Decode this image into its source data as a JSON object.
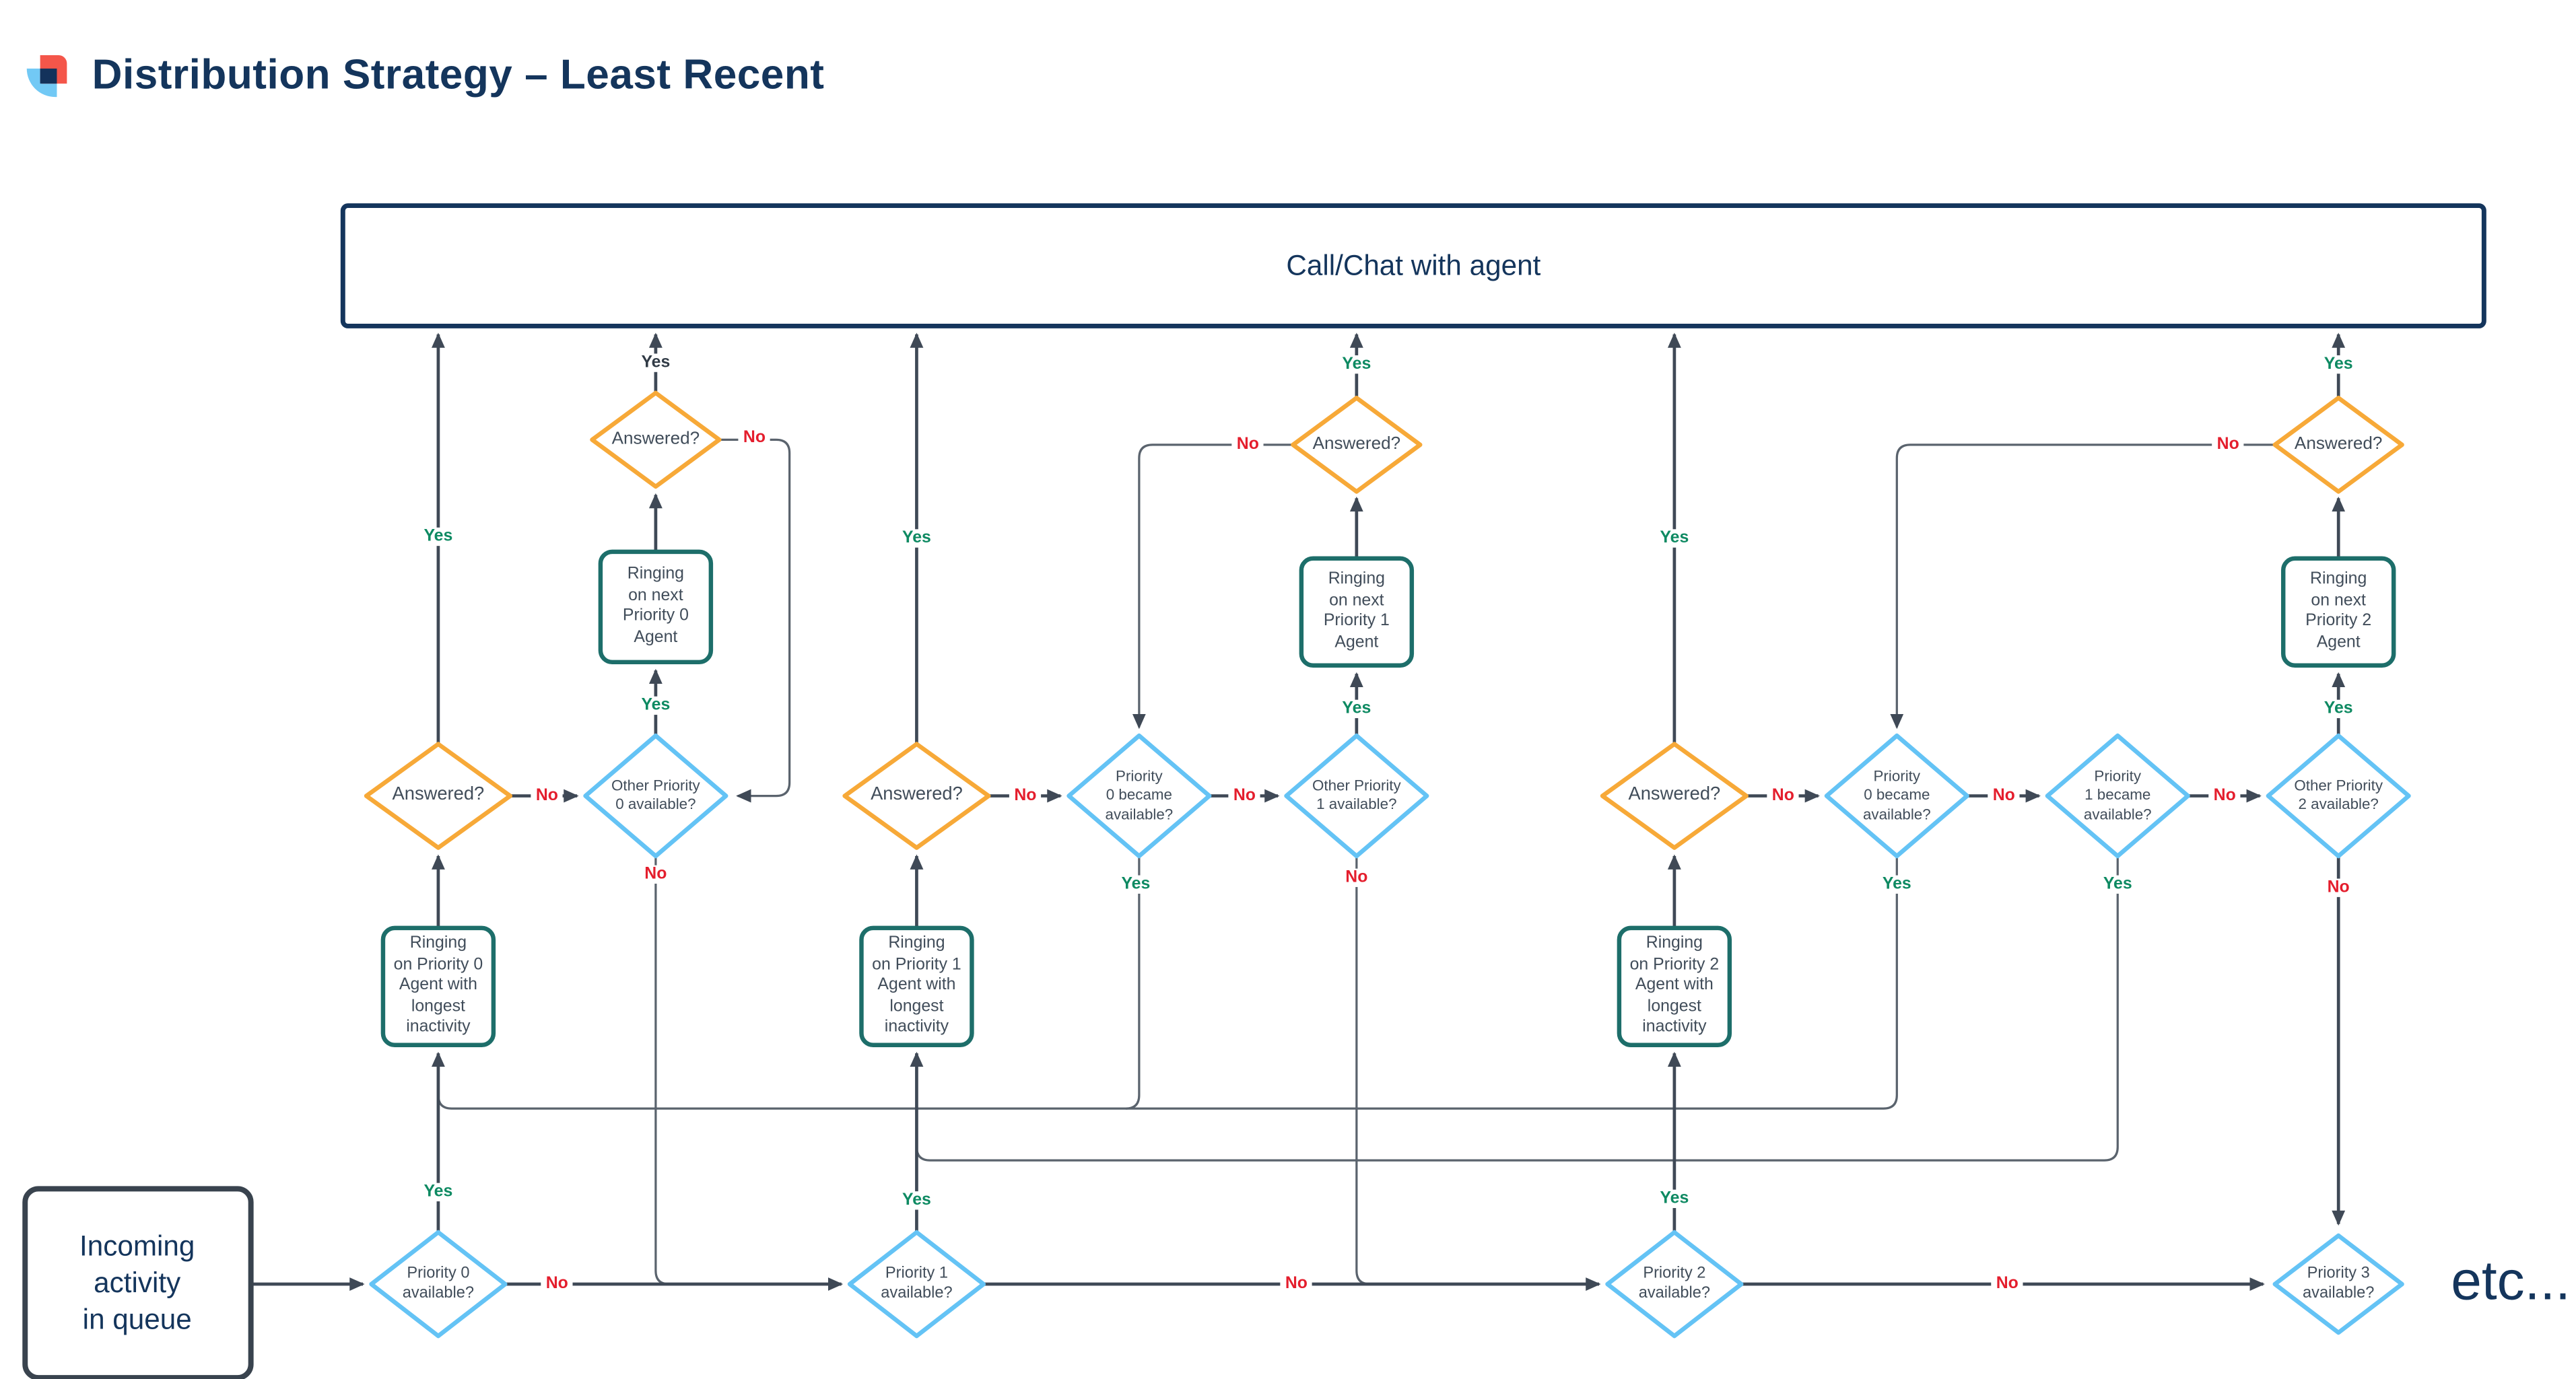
{
  "header": {
    "title": "Distribution Strategy – Least Recent"
  },
  "edge_labels": {
    "yes": "Yes",
    "no": "No"
  },
  "nodes": {
    "call_chat": "Call/Chat with agent",
    "incoming_queue": "Incoming\nactivity\nin queue",
    "answered": "Answered?",
    "ring_next_p0": "Ringing\non next\nPriority 0\nAgent",
    "ring_next_p1": "Ringing\non next\nPriority 1\nAgent",
    "ring_next_p2": "Ringing\non next\nPriority 2\nAgent",
    "ring_longest_p0": "Ringing\non Priority 0\nAgent with\nlongest\ninactivity",
    "ring_longest_p1": "Ringing\non Priority 1\nAgent with\nlongest\ninactivity",
    "ring_longest_p2": "Ringing\non Priority 2\nAgent with\nlongest\ninactivity",
    "other_p0": "Other Priority\n0 available?",
    "other_p1": "Other Priority\n1 available?",
    "other_p2": "Other Priority\n2 available?",
    "p0_became": "Priority\n0 became\navailable?",
    "p1_became": "Priority\n1 became\navailable?",
    "p0_available": "Priority 0\navailable?",
    "p1_available": "Priority 1\navailable?",
    "p2_available": "Priority 2\navailable?",
    "p3_available": "Priority 3\navailable?",
    "etc": "etc..."
  },
  "colors": {
    "title_navy": "#14355c",
    "terminal_border_navy": "#14355c",
    "incoming_border_slate": "#39434e",
    "decision_orange": "#f7a938",
    "decision_sky_blue": "#64c3f5",
    "process_teal": "#1d6e6a",
    "connector_line": "#46505c",
    "yes_green": "#0e8a62",
    "yes_dark_variant": "#313b46",
    "no_red": "#e41e2d",
    "node_text_gray": "#414d5a",
    "logo_red": "#f4564a",
    "logo_blue": "#72c9f5",
    "logo_navy": "#13325b"
  }
}
